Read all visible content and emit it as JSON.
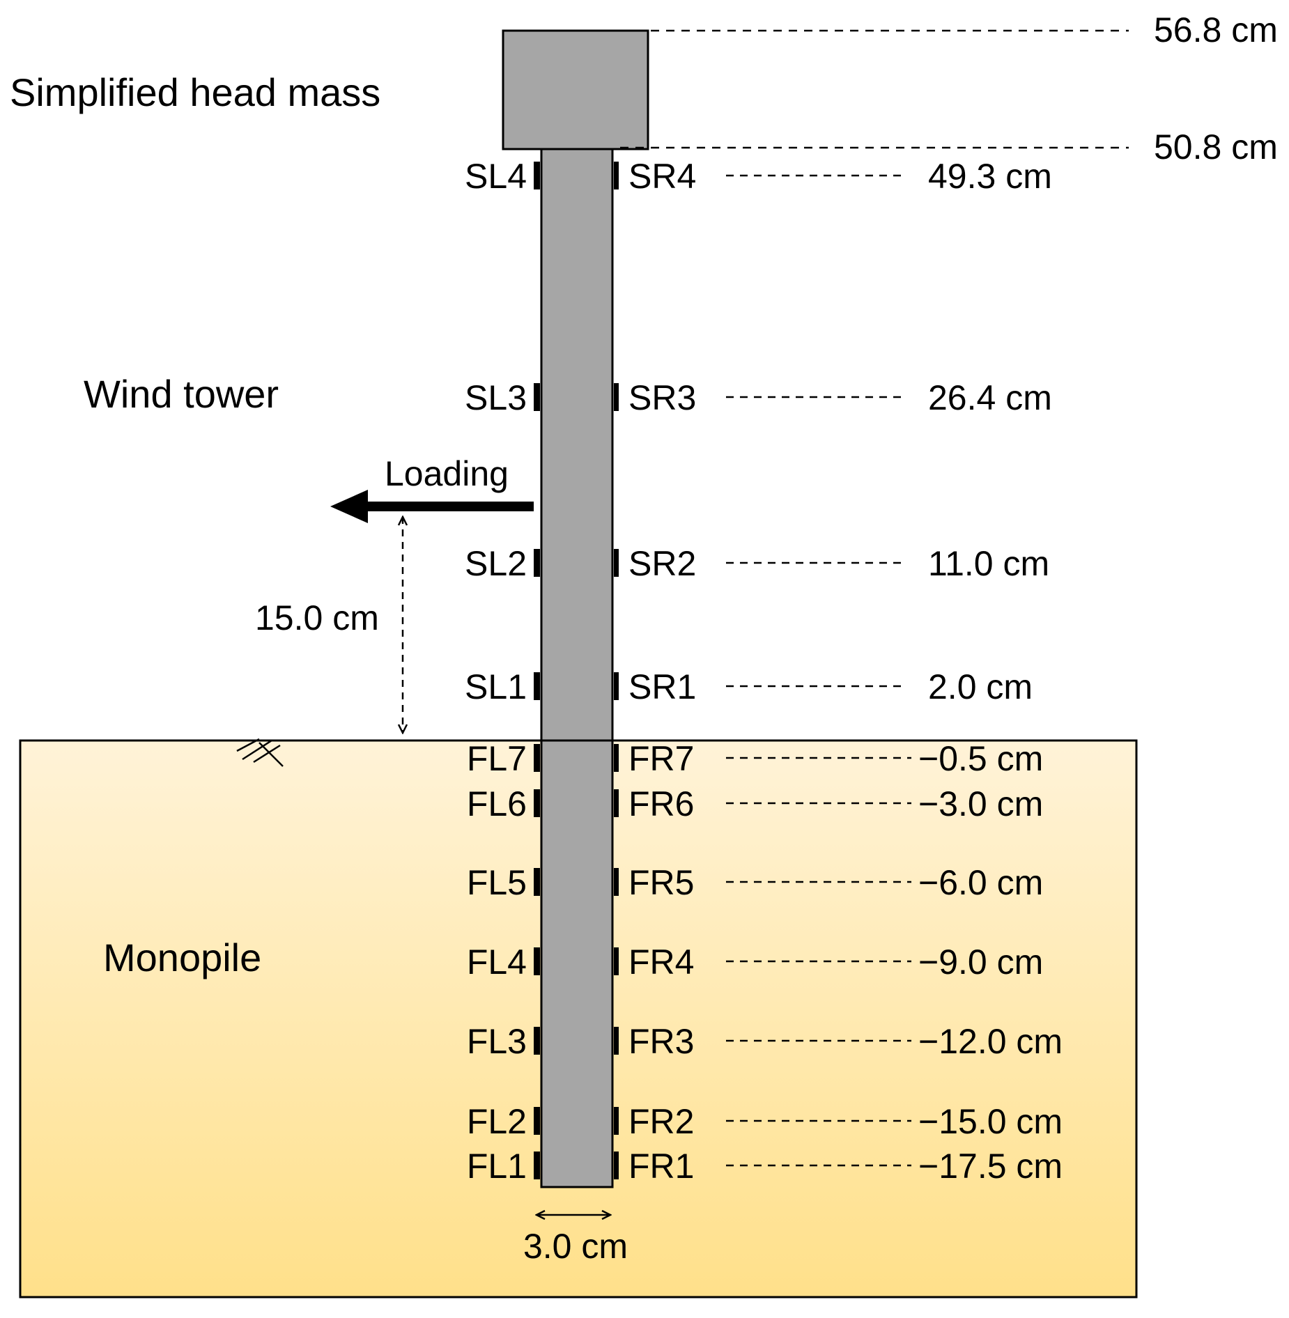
{
  "labels": {
    "head_mass": "Simplified head mass",
    "wind_tower": "Wind tower",
    "monopile": "Monopile",
    "loading": "Loading",
    "loading_height": "15.0 cm",
    "pile_diameter": "3.0 cm"
  },
  "top_levels": [
    {
      "label": "56.8 cm"
    },
    {
      "label": "50.8 cm"
    }
  ],
  "tower_sensors": [
    {
      "left": "SL4",
      "right": "SR4",
      "level": "49.3 cm"
    },
    {
      "left": "SL3",
      "right": "SR3",
      "level": "26.4 cm"
    },
    {
      "left": "SL2",
      "right": "SR2",
      "level": "11.0 cm"
    },
    {
      "left": "SL1",
      "right": "SR1",
      "level": "2.0 cm"
    }
  ],
  "pile_sensors": [
    {
      "left": "FL7",
      "right": "FR7",
      "level": "−0.5 cm"
    },
    {
      "left": "FL6",
      "right": "FR6",
      "level": "−3.0 cm"
    },
    {
      "left": "FL5",
      "right": "FR5",
      "level": "−6.0 cm"
    },
    {
      "left": "FL4",
      "right": "FR4",
      "level": "−9.0 cm"
    },
    {
      "left": "FL3",
      "right": "FR3",
      "level": "−12.0 cm"
    },
    {
      "left": "FL2",
      "right": "FR2",
      "level": "−15.0 cm"
    },
    {
      "left": "FL1",
      "right": "FR1",
      "level": "−17.5 cm"
    }
  ],
  "colors": {
    "soil_top": "#fff3d8",
    "soil_bottom": "#ffe08a",
    "structure": "#a6a6a6",
    "line": "#000000"
  }
}
